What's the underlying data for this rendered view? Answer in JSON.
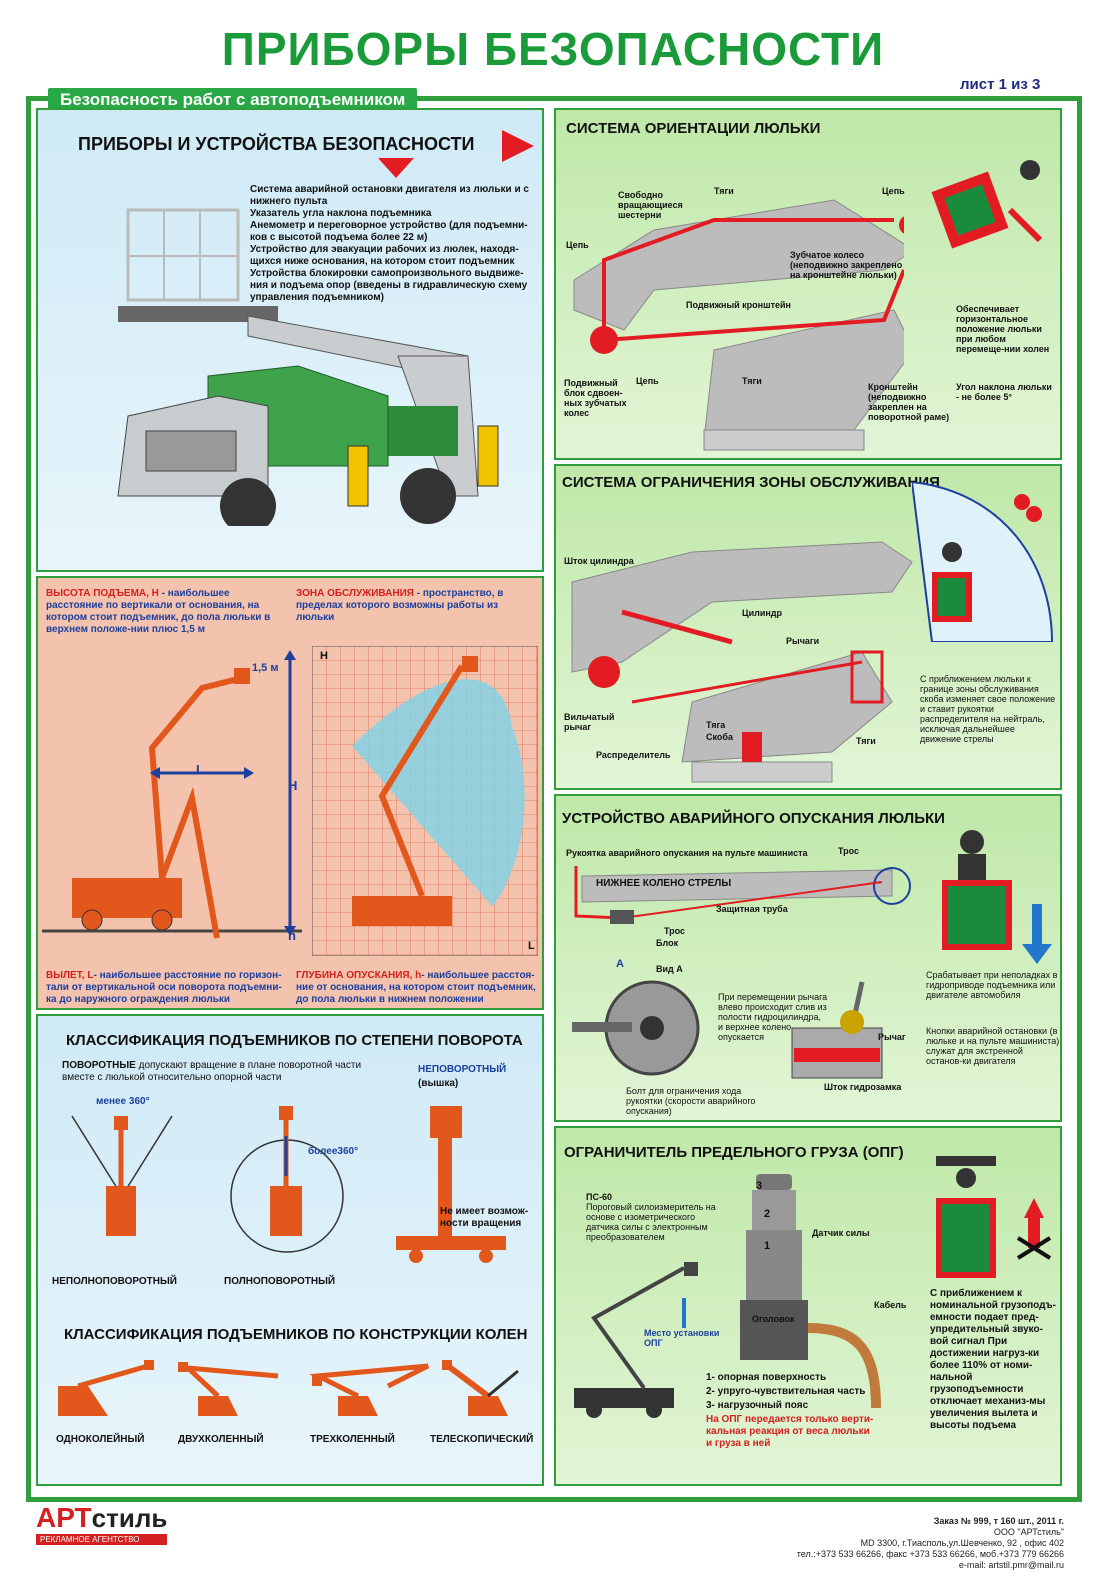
{
  "header": {
    "title": "ПРИБОРЫ БЕЗОПАСНОСТИ",
    "sheet": "лист 1 из 3",
    "subtitle": "Безопасность работ с автоподъемником"
  },
  "devices": {
    "heading": "ПРИБОРЫ И УСТРОЙСТВА БЕЗОПАСНОСТИ",
    "lines": [
      "Система аварийной остановки двигателя из люльки и с нижнего пульта",
      "Указатель угла наклона подъемника",
      "Анемометр и переговорное устройство (для подъемни-ков с высотой подъема более 22 м)",
      "Устройство для эвакуации рабочих из люлек, находя-щихся ниже основания, на котором стоит подъемник",
      "Устройства блокировки самопроизвольного выдвиже-ния и подъема опор (введены в гидравлическую схему управления подъемником)"
    ]
  },
  "zones": {
    "height_title": "ВЫСОТА ПОДЪЕМА, Н",
    "height_text": " - наибольшее расстояние по вертикали от основания, на котором стоит подъемник, до пола люльки в верхнем положе-нии плюс 1,5 м",
    "zone_title": "ЗОНА ОБСЛУЖИВАНИЯ",
    "zone_text": " - пространство, в пределах которого возможны работы из люльки",
    "reach_title": "ВЫЛЕТ, L",
    "reach_text": "- наибольшее расстояние по горизон-тали от вертикальной оси поворота подъемни-ка до наружного ограждения люльки",
    "depth_title": "ГЛУБИНА ОПУСКАНИЯ, h",
    "depth_text": "- наибольшее расстоя-ние от основания, на котором стоит подъемник, до пола люльки в нижнем положении",
    "dim_15": "1,5 м",
    "dim_L": "L",
    "dim_H": "H",
    "dim_h": "h",
    "grid_H": "H",
    "grid_L": "L"
  },
  "rotation": {
    "heading": "КЛАССИФИКАЦИЯ ПОДЪЕМНИКОВ ПО СТЕПЕНИ ПОВОРОТА",
    "rotary_title": "ПОВОРОТНЫЕ",
    "rotary_text": " допускают вращение в плане поворотной части вместе с люлькой относительно опорной части",
    "fixed_title": "НЕПОВОРОТНЫЙ",
    "fixed_sub": "(вышка)",
    "less360": "менее 360°",
    "more360": "более360°",
    "no_rotation": "Не имеет возмож-ности вращения",
    "types": [
      "НЕПОЛНОПОВОРОТНЫЙ",
      "ПОЛНОПОВОРОТНЫЙ"
    ]
  },
  "knees": {
    "heading": "КЛАССИФИКАЦИЯ ПОДЪЕМНИКОВ ПО КОНСТРУКЦИИ КОЛЕН",
    "types": [
      "ОДНОКОЛЕЙНЫЙ",
      "ДВУХКОЛЕННЫЙ",
      "ТРЕХКОЛЕННЫЙ",
      "ТЕЛЕСКОПИЧЕСКИЙ"
    ]
  },
  "orientation": {
    "heading": "СИСТЕМА ОРИЕНТАЦИИ ЛЮЛЬКИ",
    "labels": {
      "gears": "Свободно вращающиеся шестерни",
      "rods_top": "Тяги",
      "chain_top": "Цепь",
      "chain_left": "Цепь",
      "gear_wheel": "Зубчатое колесо (неподвижно закреплено на кронштейне люльки)",
      "moving_bracket": "Подвижный кронштейн",
      "block": "Подвижный блок сдвоен-ных зубчатых колес",
      "chain_bottom": "Цепь",
      "rods_bottom": "Тяги",
      "bracket": "Кронштейн (неподвижно закреплен на поворотной раме)",
      "horizontal": "Обеспечивает горизонтальное положение люльки при любом перемеще-нии холен",
      "angle": "Угол наклона люльки - не более 5°"
    }
  },
  "limit": {
    "heading": "СИСТЕМА ОГРАНИЧЕНИЯ ЗОНЫ ОБСЛУЖИВАНИЯ",
    "labels": {
      "rod": "Шток цилиндра",
      "cylinder": "Цилиндр",
      "levers": "Рычаги",
      "fork": "Вильчатый рычаг",
      "rod1": "Тяга",
      "bracket": "Скоба",
      "rods": "Тяги",
      "distributor": "Распределитель",
      "note": "С приближением люльки к границе зоны обслуживания скоба изменяет свое положение и ставит рукоятки распределителя на нейтраль, исключая дальнейшее движение стрелы"
    }
  },
  "emergency": {
    "heading": "УСТРОЙСТВО АВАРИЙНОГО ОПУСКАНИЯ ЛЮЛЬКИ",
    "labels": {
      "handle": "Рукоятка аварийного опускания на пульте машиниста",
      "cable_top": "Трос",
      "knee": "НИЖНЕЕ КОЛЕНО СТРЕЛЫ",
      "pipe": "Защитная труба",
      "cable": "Трос",
      "block": "Блок",
      "a": "А",
      "view_a": "Вид А",
      "lever_move": "При перемещении рычага влево происходит слив из полости гидроцилиндра, и верхнее колено опускается",
      "lever": "Рычаг",
      "lock": "Шток гидрозамка",
      "bolt": "Болт для ограничения хода рукоятки (скорости аварийного опускания)",
      "trigger": "Срабатывает при неполадках в гидроприводе подъемника или двигателе автомобиля",
      "buttons": "Кнопки аварийной остановки (в люльке и на пульте машиниста) служат для экстренной останов-ки двигателя"
    }
  },
  "overload": {
    "heading": "ОГРАНИЧИТЕЛЬ ПРЕДЕЛЬНОГО ГРУЗА (ОПГ)",
    "labels": {
      "ps60": "ПС-60",
      "ps60_text": "Пороговый силоизмеритель на основе с изометрического датчика силы с электронным преобразователем",
      "sensor": "Датчик силы",
      "cable": "Кабель",
      "head": "Оголовок",
      "place": "Место установки ОПГ",
      "n3": "3",
      "n2": "2",
      "n1": "1",
      "list1": "1- опорная поверхность",
      "list2": "2- упруго-чувствительная часть",
      "list3": "3- нагрузочный пояс",
      "red_note": "На ОПГ передается только верти-кальная реакция от веса люльки и груза в ней",
      "right_note": "С приближением к номинальной грузоподъ-емности подает пред-упредительный звуко-вой сигнал При достижении нагруз-ки более 110% от номи-нальной грузоподъемности отключает механиз-мы увеличения вылета и высоты подъема"
    }
  },
  "footer": {
    "logo_a": "АРТ",
    "logo_b": "стиль",
    "logo_tag": "РЕКЛАМНОЕ АГЕНТСТВО",
    "line1": "Заказ № 999, т 160 шт., 2011 г.",
    "line2": "ООО \"АРТстиль\"",
    "line3": "MD 3300, г.Тиасполь,ул.Шевченко, 92 , офис 402",
    "line4": "тел.:+373 533 66266, факс +373 533 66266, моб.+373 779 66266",
    "line5": "e-mail: artstil.pmr@mail.ru"
  },
  "colors": {
    "green": "#2f9e3b",
    "orange": "#e2571c",
    "red": "#d42020",
    "blue": "#1d3fa0"
  }
}
